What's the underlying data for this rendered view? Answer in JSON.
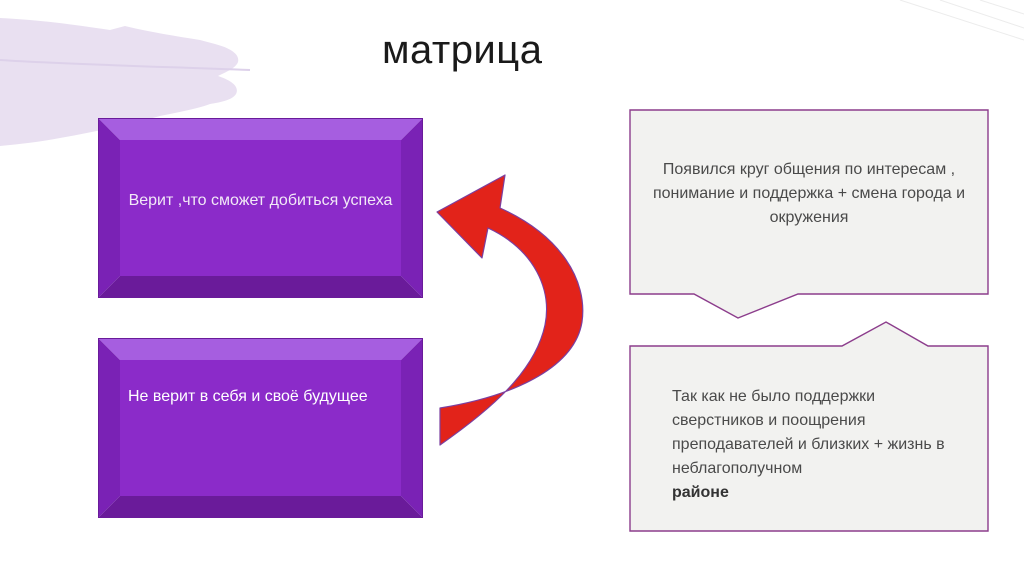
{
  "title": "матрица",
  "boxes": {
    "top": "Верит ,что сможет добиться успеха",
    "bottom": "Не верит в себя и своё будущее"
  },
  "callouts": {
    "top": "Появился круг общения по интересам , понимание и поддержка + смена города и окружения",
    "bottom_main": "Так как не было поддержки сверстников и поощрения преподавателей и близких + жизнь в неблагополучном",
    "bottom_last": "районе"
  },
  "colors": {
    "box_face": "#8b2bc9",
    "box_edge_light": "#a855e0",
    "box_edge_dark": "#6a1b9a",
    "arrow": "#e2231a",
    "arrow_outline": "#7b3fa0",
    "callout_fill": "#f2f2f0",
    "callout_border": "#8c3d8c",
    "brush": "#e8dff0"
  },
  "icons": {
    "curved_arrow": "curved-arrow-icon"
  }
}
